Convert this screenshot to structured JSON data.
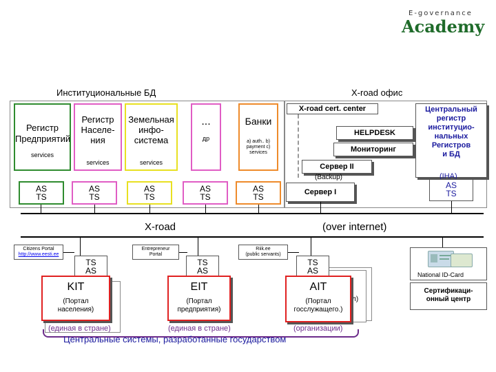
{
  "logo": {
    "small_text": "E-governance",
    "big_text": "Academy"
  },
  "headers": {
    "institutional": "Институциональные БД",
    "xroad_office": "X-road офис"
  },
  "registers": {
    "enterprise": {
      "line1": "Регистр",
      "line2": "Предприятий",
      "services": "services"
    },
    "population": {
      "line1": "Регистр",
      "line2": "Населе-",
      "line3": "ния",
      "services": "services"
    },
    "land": {
      "line1": "Земельная",
      "line2": "инфо-",
      "line3": "система",
      "services": "services"
    },
    "etc": {
      "title": "...",
      "sub": "др"
    },
    "banks": {
      "title": "Банки",
      "services": "a) auth.. b) payment c) services"
    }
  },
  "as_ts": {
    "as": "AS",
    "ts": "TS"
  },
  "office": {
    "cert_center": "X-road cert. center",
    "helpdesk": "HELPDESK",
    "monitoring": "Мониторинг",
    "server2": "Сервер II",
    "backup": "(Backup)",
    "server1": "Сервер I"
  },
  "central_registry": {
    "line1": "Центральный",
    "line2": "регистр",
    "line3": "институцио-",
    "line4": "нальных",
    "line5": "Регистров",
    "line6": "и БД",
    "iha": "(IHA)"
  },
  "xroad_bar": {
    "left": "X-road",
    "right": "(over internet)"
  },
  "portals": {
    "citizens": {
      "name": "Citizens Portal",
      "url": "http://www.eesti.ee"
    },
    "entrepreneur": {
      "line1": "Entrepreneur",
      "line2": "Portal"
    },
    "riik": {
      "line1": "Riik.ee",
      "line2": "(public servants)"
    }
  },
  "systems": {
    "kit": {
      "title": "KIT",
      "line1": "(Портал",
      "line2": "населения)",
      "note": "(единая в стране)"
    },
    "eit": {
      "title": "EIT",
      "line1": "(Портал",
      "line2": "предприятия)",
      "note": "(единая в стране)"
    },
    "ait": {
      "title": "AIT",
      "line1": "(Портал",
      "line2": "госслужащего.)",
      "note": "(организации)",
      "shadow_text": "л)"
    }
  },
  "id_card": {
    "label": "National ID-Card"
  },
  "cert_authority": {
    "line1": "Сертификаци-",
    "line2": "онный центр"
  },
  "footer": "Центральные системы, разработанные государством",
  "colors": {
    "green": "#2e8b2e",
    "pink": "#e05cc4",
    "yellow": "#e8e020",
    "orange": "#ee8a2a",
    "red": "#e02020",
    "blue": "#1a1a9e",
    "purple": "#6b2b8a",
    "grey": "#888888"
  }
}
